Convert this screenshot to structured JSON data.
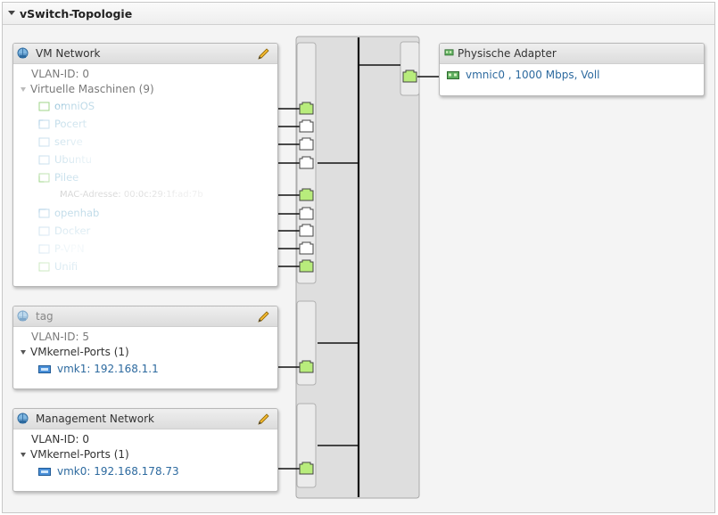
{
  "panel": {
    "title": "vSwitch-Topologie"
  },
  "portgroups": {
    "vm_network": {
      "name": "VM Network",
      "vlan": "VLAN-ID: 0",
      "vms_label": "Virtuelle Maschinen (9)",
      "vms": [
        "omniOS",
        "Pocert",
        "serve",
        "Ubuntu",
        "Pilee",
        "openhab",
        "Docker",
        "P-VPN",
        "Unifi"
      ],
      "mac": "MAC-Adresse: 00:0c:29:1f:ad:7b"
    },
    "tag": {
      "name": "tag",
      "vlan": "VLAN-ID: 5",
      "ports_label": "VMkernel-Ports (1)",
      "port": "vmk1: 192.168.1.1"
    },
    "management": {
      "name": "Management Network",
      "vlan": "VLAN-ID: 0",
      "ports_label": "VMkernel-Ports (1)",
      "port": "vmk0: 192.168.178.73"
    }
  },
  "physical": {
    "title": "Physische Adapter",
    "adapter": "vmnic0 , 1000 Mbps, Voll"
  },
  "colors": {
    "port_active": "#b8ec7c",
    "link": "#2d6a9f",
    "header_bg": "#e3e3e3"
  }
}
